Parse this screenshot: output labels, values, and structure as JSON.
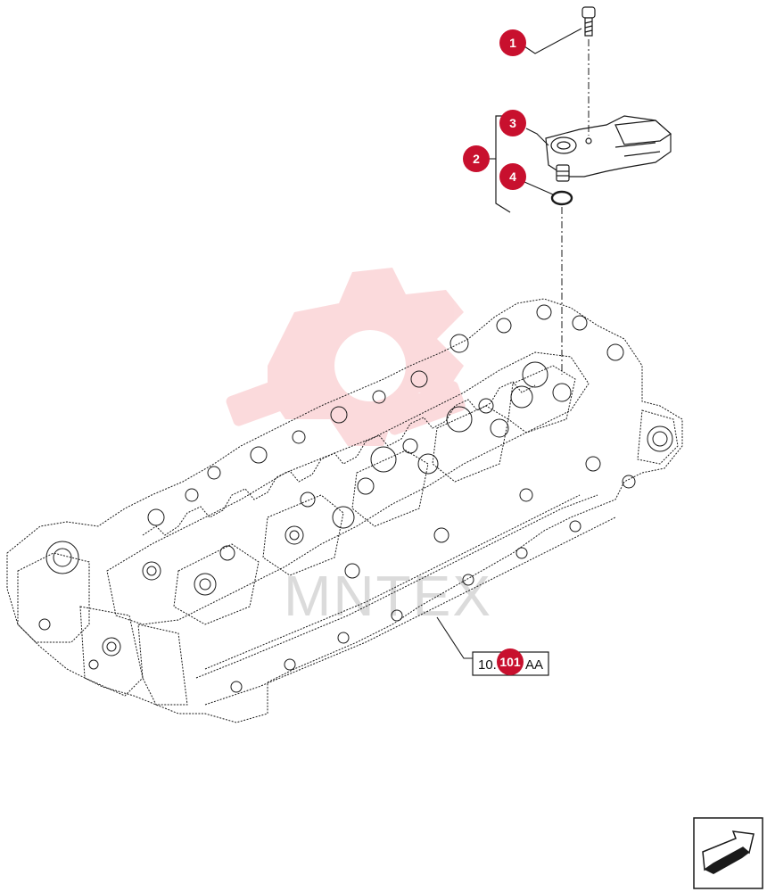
{
  "diagram": {
    "callouts": [
      {
        "id": "callout-1",
        "label": "1"
      },
      {
        "id": "callout-2",
        "label": "2"
      },
      {
        "id": "callout-3",
        "label": "3"
      },
      {
        "id": "callout-4",
        "label": "4"
      }
    ],
    "reference": {
      "prefix": "10.",
      "badge": "101",
      "suffix": "AA"
    },
    "watermark_text": "MNTEX",
    "colors": {
      "callout_fill": "#c8102e",
      "watermark": "#e8202a",
      "line": "#1a1a1a"
    },
    "icons": [
      "page-arrow-icon"
    ]
  }
}
